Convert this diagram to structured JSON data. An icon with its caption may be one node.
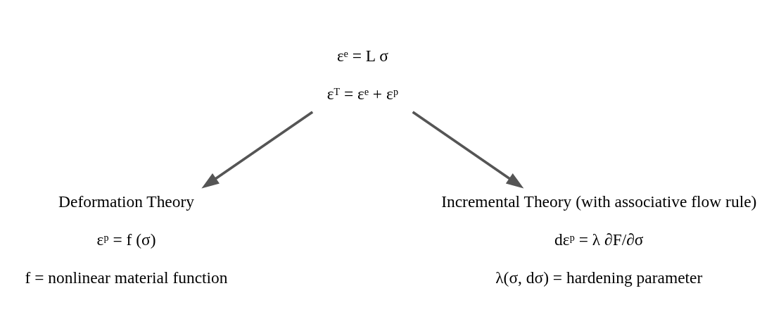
{
  "diagram": {
    "nodes": [
      {
        "text": [
          "εᵉ = L σ",
          "εᵀ = εᵉ + εᵖ"
        ]
      },
      {
        "text": [
          "Deformation Theory",
          "εᵖ = f (σ)",
          "f = nonlinear material function"
        ]
      },
      {
        "text": [
          "Incremental Theory (with associative flow rule)",
          "dεᵖ = λ ∂F/∂σ",
          "λ(σ, dσ) = hardening parameter"
        ]
      }
    ],
    "edges": [
      {
        "from": 0,
        "to": 1,
        "arrow": "to"
      },
      {
        "from": 0,
        "to": 2,
        "arrow": "to"
      }
    ]
  }
}
